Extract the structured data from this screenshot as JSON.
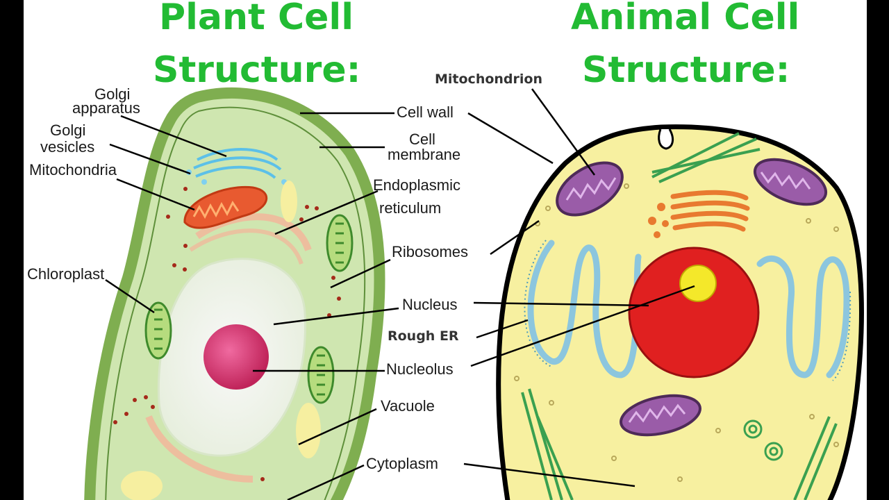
{
  "titles": {
    "plant_line1": "Plant Cell",
    "plant_line2": "Structure:",
    "animal_line1": "Animal Cell",
    "animal_line2": "Structure:"
  },
  "plant_labels": {
    "golgi_apparatus_1": "Golgi",
    "golgi_apparatus_2": "apparatus",
    "golgi_vesicles_1": "Golgi",
    "golgi_vesicles_2": "vesicles",
    "mitochondria": "Mitochondria",
    "chloroplast": "Chloroplast"
  },
  "shared_labels": {
    "cell_wall": "Cell wall",
    "cell_membrane_1": "Cell",
    "cell_membrane_2": "membrane",
    "er_1": "Endoplasmic",
    "er_2": "reticulum",
    "ribosomes": "Ribosomes",
    "nucleus": "Nucleus",
    "nucleolus": "Nucleolus",
    "vacuole": "Vacuole",
    "cytoplasm": "Cytoplasm"
  },
  "animal_labels": {
    "mitochondrion": "Mitochondrion",
    "rough_er": "Rough ER"
  },
  "colors": {
    "title_green": "#22bb33",
    "plant_wall": "#8ab85a",
    "plant_cytoplasm": "#cfe6b0",
    "animal_cytoplasm": "#f7f0a0",
    "nucleus_red": "#e02020",
    "nucleolus_yellow": "#f4e82a",
    "mitochondrion_purple": "#9a5ca8",
    "rough_er_blue": "#8cc6de"
  }
}
